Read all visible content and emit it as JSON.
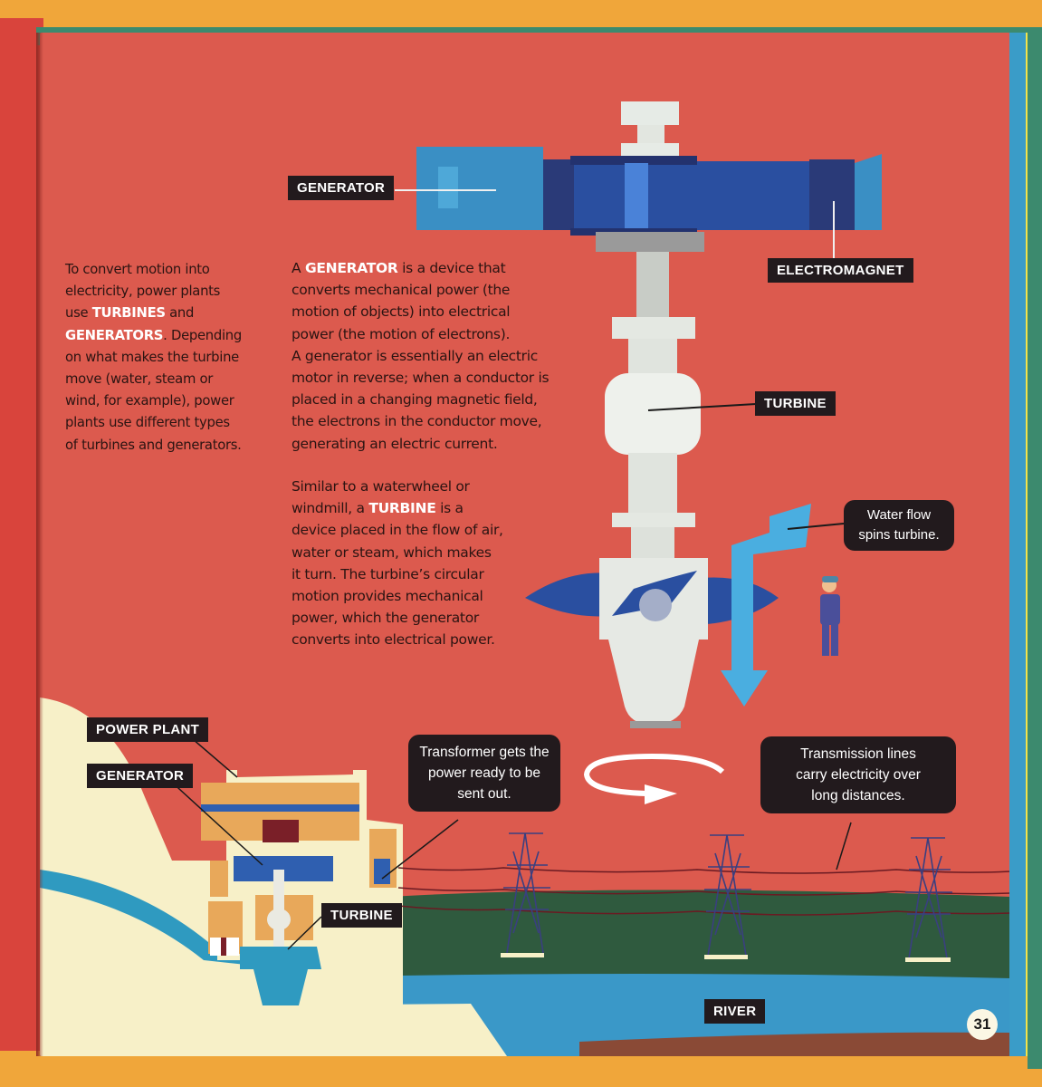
{
  "page": {
    "number": "31",
    "colors": {
      "page_red": "#dc5a4e",
      "label_dark": "#221a1d",
      "highlight_white": "#ffffff",
      "generator_blue": "#3a8fc4",
      "generator_dark_blue": "#2a4fa0",
      "water_blue": "#4aaee0",
      "ground_green": "#2f5a3e",
      "river_blue": "#3a98c8",
      "cream": "#f7f0c8"
    }
  },
  "intro": {
    "line1": "To convert motion into",
    "line2": "electricity, power plants",
    "line3_pre": "use ",
    "line3_hl": "TURBINES",
    "line3_post": " and",
    "line4_hl": "GENERATORS",
    "line4_post": ". Depending",
    "line5": "on what makes the turbine",
    "line6": "move (water, steam or",
    "line7": "wind, for example), power",
    "line8": "plants use different types",
    "line9": "of turbines and generators."
  },
  "generator_text": {
    "line1_pre": "A ",
    "line1_hl": "GENERATOR",
    "line1_post": " is a device that",
    "line2": "converts mechanical power (the",
    "line3": "motion of objects) into electrical",
    "line4": "power (the motion of electrons).",
    "line5": "A generator is essentially an electric",
    "line6": "motor in reverse; when a conductor is",
    "line7": "placed in a changing magnetic field,",
    "line8": "the electrons in the conductor move,",
    "line9": "generating an electric current."
  },
  "turbine_text": {
    "line1": "Similar to a waterwheel or",
    "line2_pre": "windmill, a ",
    "line2_hl": "TURBINE",
    "line2_post": " is a",
    "line3": "device placed in the flow of air,",
    "line4": "water or steam, which makes",
    "line5": "it turn. The turbine’s circular",
    "line6": "motion provides mechanical",
    "line7": "power, which the generator",
    "line8": "converts into electrical power."
  },
  "labels": {
    "generator_top": "GENERATOR",
    "electromagnet": "ELECTROMAGNET",
    "turbine_top": "TURBINE",
    "power_plant": "POWER PLANT",
    "generator_bottom": "GENERATOR",
    "turbine_bottom": "TURBINE",
    "river": "RIVER"
  },
  "callouts": {
    "water_flow": {
      "line1": "Water flow",
      "line2": "spins turbine."
    },
    "transformer": {
      "line1": "Transformer gets the",
      "line2": "power ready to be",
      "line3": "sent out."
    },
    "transmission": {
      "line1": "Transmission lines",
      "line2": "carry electricity over",
      "line3": "long distances."
    }
  },
  "icons": {
    "rotation_arrow": "circular-arrow",
    "water_flow_arrow": "down-arrow",
    "worker_figure": "person",
    "pylons": "transmission-tower"
  }
}
